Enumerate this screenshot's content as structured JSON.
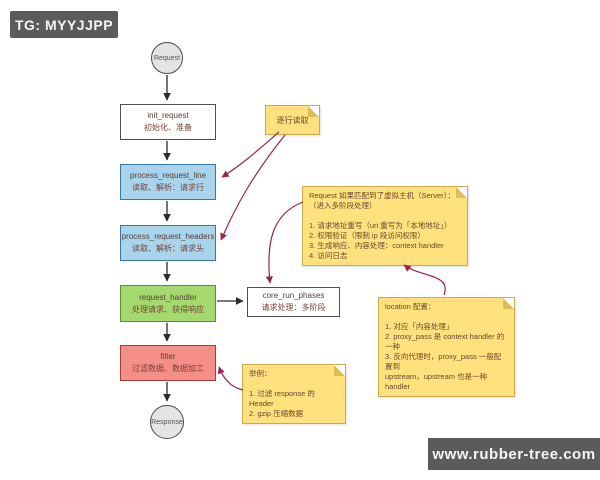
{
  "badges": {
    "top_left": "TG: MYYJJPP",
    "bottom_right": "www.rubber-tree.com"
  },
  "flow": {
    "start_label": "Request",
    "end_label": "Response",
    "nodes": [
      {
        "title": "init_request",
        "subtitle": "初始化、准备"
      },
      {
        "title": "process_request_line",
        "subtitle": "读取、解析：请求行"
      },
      {
        "title": "process_request_headers",
        "subtitle": "读取、解析：请求头"
      },
      {
        "title": "request_handler",
        "subtitle": "处理请求、获得响应"
      },
      {
        "title": "filter",
        "subtitle": "过滤数据、数据加工"
      },
      {
        "title": "core_run_phases",
        "subtitle": "请求处理：多阶段"
      }
    ]
  },
  "notes": [
    {
      "text": "逐行读取"
    },
    {
      "text": "Request 如果匹配到了虚拟主机（Server）：\n（进入多阶段处理）\n\n1. 请求地址重写（uri 重写为「本地地址」）\n2. 权限验证（限制 ip 段访问权限）\n3. 生成响应、内容处理：context handler\n4. 访问日志"
    },
    {
      "text": "location 配置：\n\n1. 对应「内容处理」\n2. proxy_pass 是 context handler 的一种\n3. 反向代理时，proxy_pass 一般配置到\nupstream，upstream 也是一种 handler"
    },
    {
      "text": "举例：\n\n1. 过滤 response 的 Header\n2. gzip 压缩数据"
    }
  ],
  "colors": {
    "node_blue": "#a8d4ec",
    "node_green": "#a3d96f",
    "node_red": "#f58e86",
    "note_yellow": "#ffe27d",
    "annotation_arrow": "#9e2150",
    "flow_arrow": "#2b2b2b",
    "badge_bg": "#5b5b5b"
  }
}
